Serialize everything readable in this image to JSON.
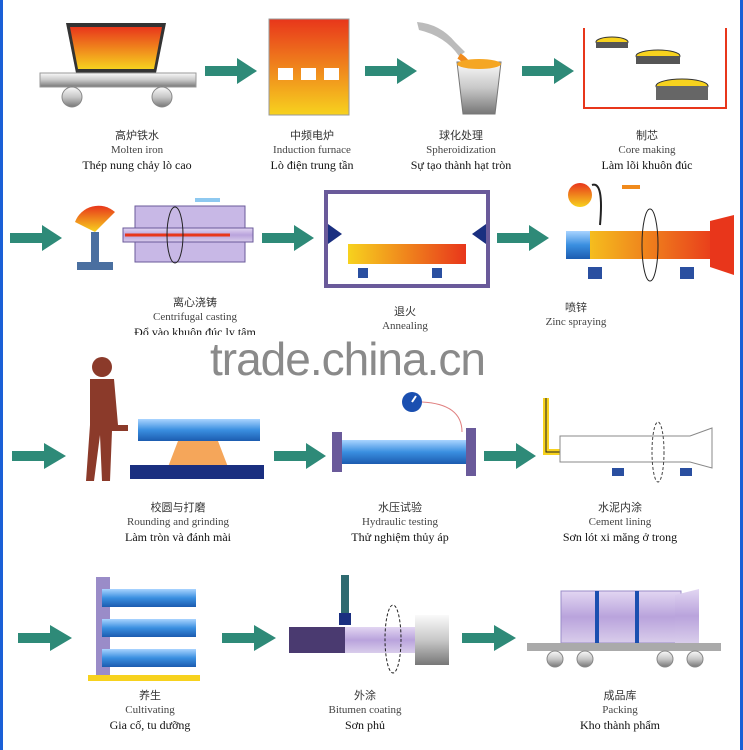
{
  "colors": {
    "arrow": "#2e8a78",
    "pipe_blue": "#3a8fe0",
    "hot": "#f08a1c",
    "border": "#1a5fd6",
    "watermark": "#8a8a8a"
  },
  "watermark": "trade.china.cn",
  "steps": [
    {
      "zh": "高炉铁水",
      "en": "Molten iron",
      "vi": "Thép nung chảy lò cao"
    },
    {
      "zh": "中频电炉",
      "en": "Induction furnace",
      "vi": "Lò điện trung tần"
    },
    {
      "zh": "球化处理",
      "en": "Spheroidization",
      "vi": "Sự tạo thành hạt tròn"
    },
    {
      "zh": "制芯",
      "en": "Core making",
      "vi": "Làm lõi khuôn đúc"
    },
    {
      "zh": "离心浇铸",
      "en": "Centrifugal casting",
      "vi": "Đổ vào khuôn đúc ly tâm"
    },
    {
      "zh": "退火",
      "en": "Annealing",
      "vi": ""
    },
    {
      "zh": "喷锌",
      "en": "Zinc spraying",
      "vi": ""
    },
    {
      "zh": "校圆与打磨",
      "en": "Rounding and grinding",
      "vi": "Làm tròn và đánh mài"
    },
    {
      "zh": "水压试验",
      "en": "Hydraulic testing",
      "vi": "Thử nghiệm thủy áp"
    },
    {
      "zh": "水泥内涂",
      "en": "Cement lining",
      "vi": "Sơn lót xi măng ở trong"
    },
    {
      "zh": "养生",
      "en": "Cultivating",
      "vi": "Gia cố, tu dưỡng"
    },
    {
      "zh": "外涂",
      "en": "Bitumen coating",
      "vi": "Sơn phủ"
    },
    {
      "zh": "成品库",
      "en": "Packing",
      "vi": "Kho thành phẩm"
    }
  ]
}
